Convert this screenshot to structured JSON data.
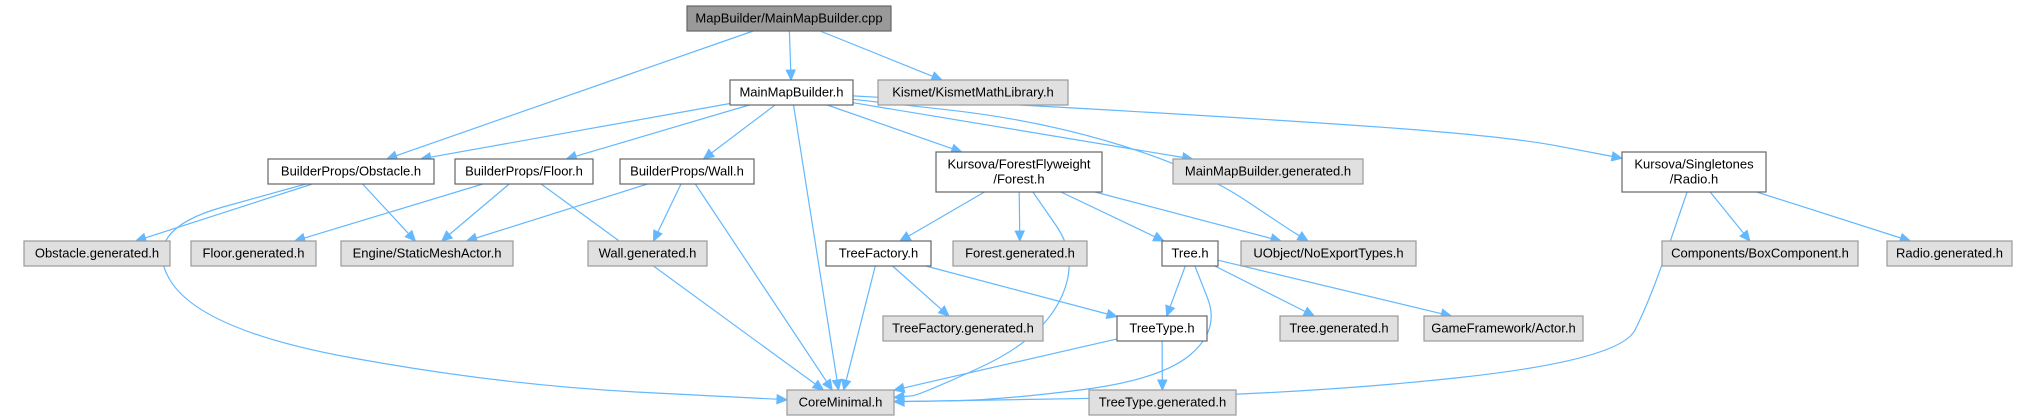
{
  "colors": {
    "root_fill": "#999999",
    "root_stroke": "#666666",
    "documented_fill": "#ffffff",
    "documented_stroke": "#666666",
    "external_fill": "#e0e0e0",
    "external_stroke": "#999999",
    "edge": "#63b8ff"
  },
  "nodes": [
    {
      "id": "root",
      "kind": "root",
      "lines": [
        "MapBuilder/MainMapBuilder.cpp"
      ]
    },
    {
      "id": "mmb_h",
      "kind": "documented",
      "lines": [
        "MainMapBuilder.h"
      ]
    },
    {
      "id": "kismet",
      "kind": "external",
      "lines": [
        "Kismet/KismetMathLibrary.h"
      ]
    },
    {
      "id": "obstacle",
      "kind": "documented",
      "lines": [
        "BuilderProps/Obstacle.h"
      ]
    },
    {
      "id": "floor",
      "kind": "documented",
      "lines": [
        "BuilderProps/Floor.h"
      ]
    },
    {
      "id": "wall",
      "kind": "documented",
      "lines": [
        "BuilderProps/Wall.h"
      ]
    },
    {
      "id": "forest",
      "kind": "documented",
      "lines": [
        "Kursova/ForestFlyweight",
        "/Forest.h"
      ]
    },
    {
      "id": "mmb_gen",
      "kind": "external",
      "lines": [
        "MainMapBuilder.generated.h"
      ]
    },
    {
      "id": "radio",
      "kind": "documented",
      "lines": [
        "Kursova/Singletones",
        "/Radio.h"
      ]
    },
    {
      "id": "obstacle_gen",
      "kind": "external",
      "lines": [
        "Obstacle.generated.h"
      ]
    },
    {
      "id": "floor_gen",
      "kind": "external",
      "lines": [
        "Floor.generated.h"
      ]
    },
    {
      "id": "smactor",
      "kind": "external",
      "lines": [
        "Engine/StaticMeshActor.h"
      ]
    },
    {
      "id": "wall_gen",
      "kind": "external",
      "lines": [
        "Wall.generated.h"
      ]
    },
    {
      "id": "treefactory",
      "kind": "documented",
      "lines": [
        "TreeFactory.h"
      ]
    },
    {
      "id": "forest_gen",
      "kind": "external",
      "lines": [
        "Forest.generated.h"
      ]
    },
    {
      "id": "tree",
      "kind": "documented",
      "lines": [
        "Tree.h"
      ]
    },
    {
      "id": "noexport",
      "kind": "external",
      "lines": [
        "UObject/NoExportTypes.h"
      ]
    },
    {
      "id": "boxcomp",
      "kind": "external",
      "lines": [
        "Components/BoxComponent.h"
      ]
    },
    {
      "id": "radio_gen",
      "kind": "external",
      "lines": [
        "Radio.generated.h"
      ]
    },
    {
      "id": "treefactory_gen",
      "kind": "external",
      "lines": [
        "TreeFactory.generated.h"
      ]
    },
    {
      "id": "treetype",
      "kind": "documented",
      "lines": [
        "TreeType.h"
      ]
    },
    {
      "id": "tree_gen",
      "kind": "external",
      "lines": [
        "Tree.generated.h"
      ]
    },
    {
      "id": "actor",
      "kind": "external",
      "lines": [
        "GameFramework/Actor.h"
      ]
    },
    {
      "id": "coreminimal",
      "kind": "external",
      "lines": [
        "CoreMinimal.h"
      ]
    },
    {
      "id": "treetype_gen",
      "kind": "external",
      "lines": [
        "TreeType.generated.h"
      ]
    }
  ],
  "edges": [
    [
      "root",
      "mmb_h"
    ],
    [
      "root",
      "kismet"
    ],
    [
      "root",
      "obstacle"
    ],
    [
      "mmb_h",
      "obstacle"
    ],
    [
      "mmb_h",
      "floor"
    ],
    [
      "mmb_h",
      "wall"
    ],
    [
      "mmb_h",
      "forest"
    ],
    [
      "mmb_h",
      "mmb_gen"
    ],
    [
      "mmb_h",
      "radio"
    ],
    [
      "mmb_h",
      "noexport"
    ],
    [
      "mmb_h",
      "coreminimal"
    ],
    [
      "obstacle",
      "obstacle_gen"
    ],
    [
      "obstacle",
      "smactor"
    ],
    [
      "obstacle",
      "coreminimal"
    ],
    [
      "floor",
      "floor_gen"
    ],
    [
      "floor",
      "smactor"
    ],
    [
      "floor",
      "coreminimal"
    ],
    [
      "wall",
      "wall_gen"
    ],
    [
      "wall",
      "smactor"
    ],
    [
      "wall",
      "coreminimal"
    ],
    [
      "forest",
      "treefactory"
    ],
    [
      "forest",
      "forest_gen"
    ],
    [
      "forest",
      "tree"
    ],
    [
      "forest",
      "noexport"
    ],
    [
      "forest",
      "coreminimal"
    ],
    [
      "radio",
      "boxcomp"
    ],
    [
      "radio",
      "radio_gen"
    ],
    [
      "radio",
      "coreminimal"
    ],
    [
      "treefactory",
      "treefactory_gen"
    ],
    [
      "treefactory",
      "treetype"
    ],
    [
      "treefactory",
      "coreminimal"
    ],
    [
      "tree",
      "treetype"
    ],
    [
      "tree",
      "tree_gen"
    ],
    [
      "tree",
      "actor"
    ],
    [
      "tree",
      "coreminimal"
    ],
    [
      "treetype",
      "coreminimal"
    ],
    [
      "treetype",
      "treetype_gen"
    ]
  ]
}
